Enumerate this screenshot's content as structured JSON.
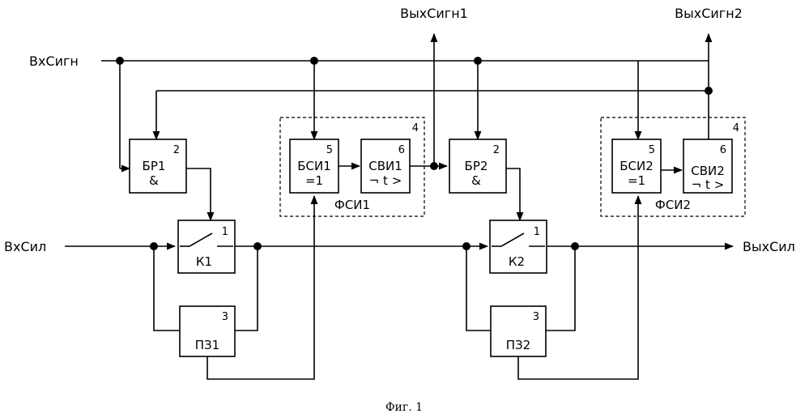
{
  "terminals": {
    "in_signal": "ВхСигн",
    "in_power": "ВхСил",
    "out_signal_1": "ВыхСигн1",
    "out_signal_2": "ВыхСигн2",
    "out_power": "ВыхСил"
  },
  "blocks": {
    "br1": {
      "num": "2",
      "line1": "БР1",
      "line2": "&"
    },
    "br2": {
      "num": "2",
      "line1": "БР2",
      "line2": "&"
    },
    "k1": {
      "num": "1",
      "label": "К1"
    },
    "k2": {
      "num": "1",
      "label": "К2"
    },
    "pz1": {
      "num": "3",
      "label": "ПЗ1"
    },
    "pz2": {
      "num": "3",
      "label": "ПЗ2"
    },
    "bsi1": {
      "num": "5",
      "line1": "БСИ1",
      "line2": "=1"
    },
    "bsi2": {
      "num": "5",
      "line1": "БСИ2",
      "line2": "=1"
    },
    "svi1": {
      "num": "6",
      "line1": "СВИ1",
      "line2": "¬ t >"
    },
    "svi2": {
      "num": "6",
      "line1": "СВИ2",
      "line2": "¬ t >"
    },
    "fsi1": {
      "num": "4",
      "label": "ФСИ1"
    },
    "fsi2": {
      "num": "4",
      "label": "ФСИ2"
    }
  },
  "caption": "Фиг. 1"
}
